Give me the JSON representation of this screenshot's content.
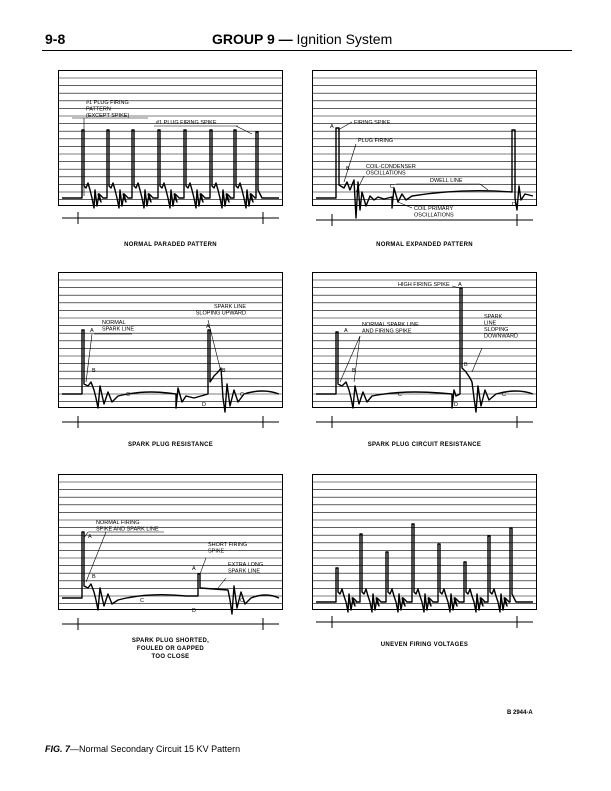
{
  "header": {
    "page_number": "9-8",
    "group": "GROUP 9",
    "dash": "—",
    "section": "Ignition System"
  },
  "panels": [
    {
      "id": "normal-paraded",
      "caption": "NORMAL PARADED PATTERN",
      "pattern": "paraded",
      "labels": [
        "#1 PLUG FIRING\nPATTERN\n(EXCEPT SPIKE)",
        "#1 PLUG FIRING SPIKE"
      ]
    },
    {
      "id": "normal-expanded",
      "caption": "NORMAL EXPANDED PATTERN",
      "pattern": "expanded",
      "labels": [
        "FIRING SPIKE",
        "PLUG FIRING",
        "COIL-CONDENSER\nOSCILLATIONS",
        "DWELL LINE",
        "COIL PRIMARY\nOSCILLATIONS"
      ],
      "letters": [
        "A",
        "B",
        "C",
        "D"
      ]
    },
    {
      "id": "spark-plug-resistance",
      "caption": "SPARK PLUG RESISTANCE",
      "pattern": "resistance",
      "labels": [
        "NORMAL\nSPARK LINE",
        "SPARK LINE\nSLOPING UPWARD"
      ],
      "letters": [
        "A",
        "B",
        "C",
        "A",
        "B",
        "C",
        "D"
      ]
    },
    {
      "id": "spark-plug-circuit-resistance",
      "caption": "SPARK PLUG CIRCUIT RESISTANCE",
      "pattern": "circuit",
      "labels": [
        "HIGH FIRING SPIKE",
        "NORMAL SPARK LINE\nAND FIRING SPIKE",
        "SPARK\nLINE\nSLOPING\nDOWNWARD"
      ],
      "letters": [
        "A",
        "A",
        "B",
        "B",
        "C",
        "C",
        "D"
      ]
    },
    {
      "id": "spark-plug-shorted",
      "caption": "SPARK PLUG SHORTED,\nFOULED OR GAPPED\nTOO CLOSE",
      "pattern": "shorted",
      "labels": [
        "NORMAL FIRING\nSPIKE AND SPARK LINE",
        "SHORT FIRING\nSPIKE",
        "EXTRA LONG\nSPARK LINE"
      ],
      "letters": [
        "A",
        "B",
        "C",
        "A",
        "D",
        "C"
      ]
    },
    {
      "id": "uneven-firing-voltages",
      "caption": "UNEVEN FIRING VOLTAGES",
      "pattern": "uneven",
      "labels": [],
      "letters": []
    }
  ],
  "figure_code": "B 2944-A",
  "figure": {
    "number": "FIG. 7",
    "dash": "—",
    "title": "Normal Secondary Circuit 15 KV Pattern"
  }
}
